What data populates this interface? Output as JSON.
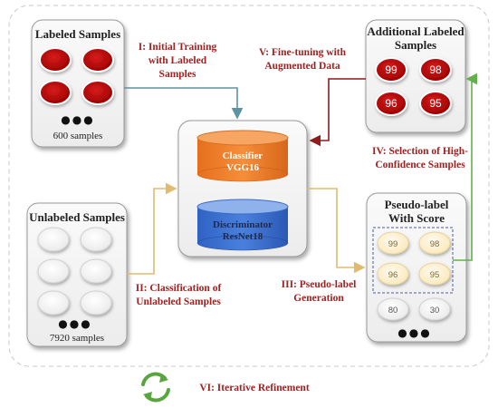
{
  "colors": {
    "red_sample": "#c00000",
    "unlabeled_sample": "#ffffff",
    "pseudo_sample": "#fff2c2",
    "classifier": "#f07f2a",
    "discriminator": "#3e73d1",
    "step_text": "#a32020",
    "arrow_teal": "#5d93a3",
    "arrow_gold": "#e0bb6e",
    "arrow_darkred": "#8e1c1c",
    "arrow_green": "#62b04b"
  },
  "labeled": {
    "title": "Labeled Samples",
    "count": "600 samples",
    "dots": "●●●"
  },
  "unlabeled": {
    "title": "Unlabeled Samples",
    "count": "7920 samples",
    "dots": "●●●"
  },
  "additional": {
    "title_line1": "Additional Labeled",
    "title_line2": "Samples",
    "scores": [
      "99",
      "98",
      "96",
      "95"
    ]
  },
  "pseudo": {
    "title_line1": "Pseudo-label",
    "title_line2": "With Score",
    "high_scores": [
      "99",
      "98",
      "96",
      "95"
    ],
    "low_scores": [
      "80",
      "30"
    ],
    "dots": "●●●"
  },
  "models": {
    "classifier_line1": "Classifier",
    "classifier_line2": "VGG16",
    "discriminator_line1": "Discriminator",
    "discriminator_line2": "ResNet18"
  },
  "steps": {
    "s1_line1": "I: Initial Training",
    "s1_line2": "with Labeled",
    "s1_line3": "Samples",
    "s2_line1": "II: Classification of",
    "s2_line2": "Unlabeled Samples",
    "s3_line1": "III: Pseudo-label",
    "s3_line2": "Generation",
    "s4_line1": "IV: Selection of High-",
    "s4_line2": "Confidence Samples",
    "s5_line1": "V: Fine-tuning with",
    "s5_line2": "Augmented Data",
    "s6": "VI: Iterative Refinement"
  }
}
